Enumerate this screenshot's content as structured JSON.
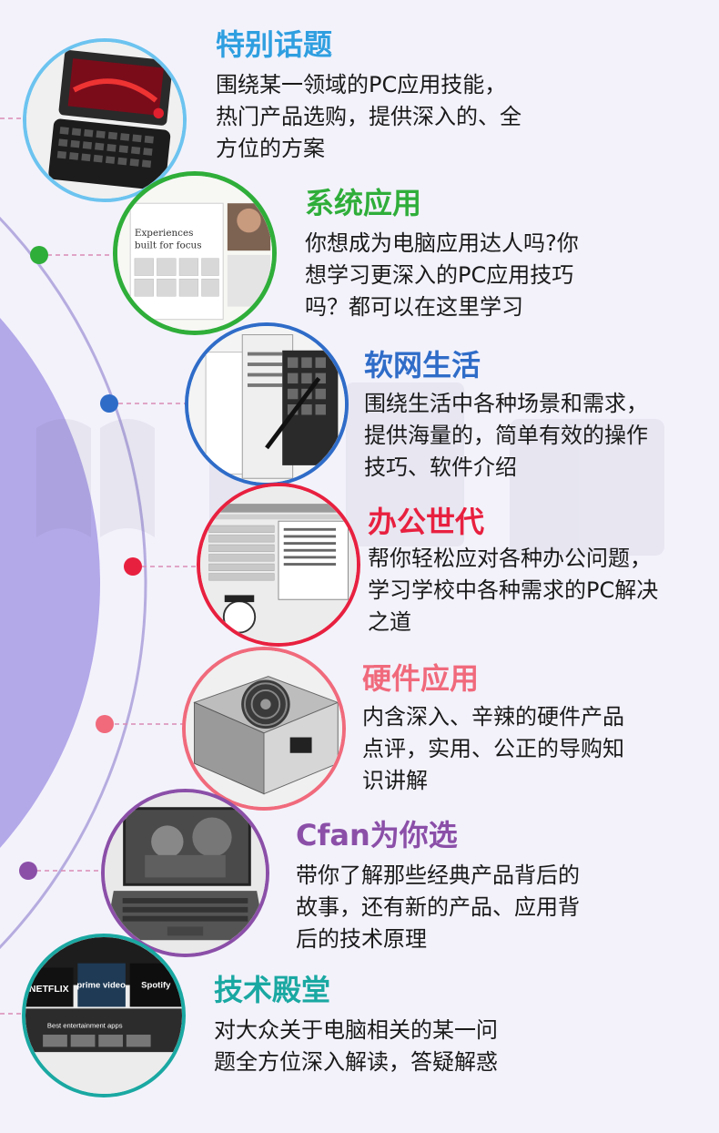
{
  "colors": {
    "background": "#f3f2fb",
    "big_circle": "#b3a8e8",
    "orbit_line": "#b6acdf",
    "connector": "#d98bb5"
  },
  "watermark_icon": "book-icon",
  "sections": [
    {
      "title": "特别话题",
      "color": "#2f9fe0",
      "lines": [
        "围绕某一领域的PC应用技能，",
        "热门产品选购，提供深入的、全",
        "方位的方案"
      ],
      "image": "phone-image"
    },
    {
      "title": "系统应用",
      "color": "#2fae3a",
      "lines": [
        "你想成为电脑应用达人吗?你",
        "想学习更深入的PC应用技巧",
        "吗？都可以在这里学习"
      ],
      "image": "windows-app-image",
      "screen_text": [
        "Experiences",
        "built for focus"
      ]
    },
    {
      "title": "软网生活",
      "color": "#2f6cc8",
      "lines": [
        "围绕生活中各种场景和需求，",
        "提供海量的，简单有效的操作",
        "技巧、软件介绍"
      ],
      "image": "tablet-settings-image"
    },
    {
      "title": "办公世代",
      "color": "#e8203f",
      "lines": [
        "帮你轻松应对各种办公问题，",
        "学习学校中各种需求的PC解决",
        "之道"
      ],
      "image": "spreadsheet-image"
    },
    {
      "title": "硬件应用",
      "color": "#f06a7c",
      "lines": [
        "内含深入、辛辣的硬件产品",
        "点评，实用、公正的导购知",
        "识讲解"
      ],
      "image": "power-supply-image"
    },
    {
      "title": "Cfan为你选",
      "color": "#8b4fa8",
      "lines": [
        "带你了解那些经典产品背后的",
        "故事，还有新的产品、应用背",
        "后的技术原理"
      ],
      "image": "laptop-image"
    },
    {
      "title": "技术殿堂",
      "color": "#1aa8a2",
      "lines": [
        "对大众关于电脑相关的某一问",
        "题全方位深入解读，答疑解惑"
      ],
      "image": "streaming-apps-image",
      "tiles": [
        "NETFLIX",
        "prime video",
        "Spotify"
      ],
      "screen_text": [
        "Best entertainment apps"
      ]
    }
  ]
}
